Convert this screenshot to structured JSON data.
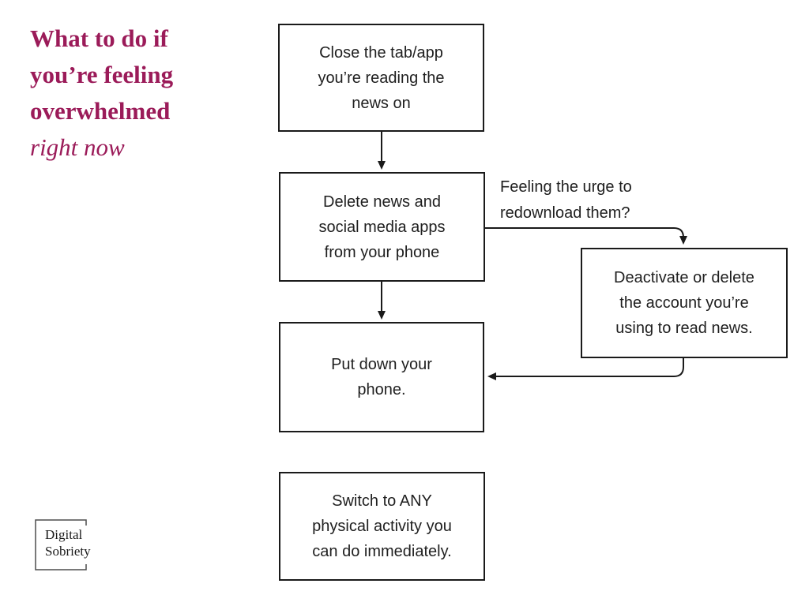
{
  "title": {
    "text": "What to do if\nyou’re feeling\noverwhelmed",
    "emphasis": "right now",
    "accent_color": "#9b1b59"
  },
  "flowchart": {
    "line_color": "#1a1a1a",
    "box_close_tab": "Close the tab/app\nyou’re reading the\nnews on",
    "box_delete_apps": "Delete news and\nsocial media apps\nfrom your phone",
    "box_put_down": "Put down your\nphone.",
    "box_switch": "Switch to ANY\nphysical activity you\ncan do immediately.",
    "box_deactivate": "Deactivate or delete\nthe account you’re\nusing to read news.",
    "side_label": "Feeling the urge to\nredownload them?"
  },
  "logo": {
    "text": "Digital\nSobriety"
  }
}
